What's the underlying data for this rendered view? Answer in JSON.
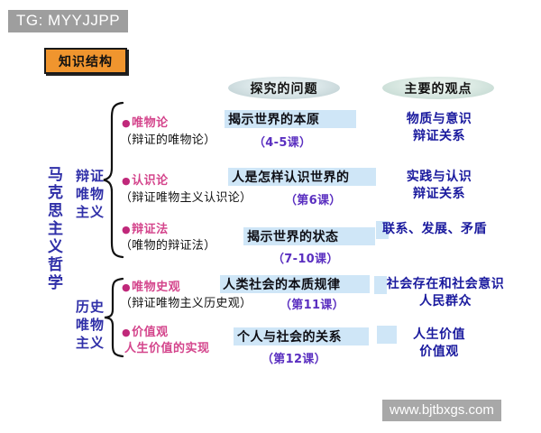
{
  "watermarks": {
    "top_left": "TG: MYYJJPP",
    "bottom_right": "www.bjtbxgs.com"
  },
  "title_box": {
    "label": "知识结构"
  },
  "headers": {
    "question_column": "探究的问题",
    "viewpoint_column": "主要的观点"
  },
  "left_axis": {
    "main_label": "马克思主义哲学",
    "groups": [
      {
        "label": "辩证唯物主义"
      },
      {
        "label": "历史唯物主义"
      }
    ]
  },
  "rows": [
    {
      "category": "唯物论",
      "subcategory": "（辩证的唯物论）",
      "question": "揭示世界的本原",
      "lesson": "（4-5课）",
      "viewpoint_line1": "物质与意识",
      "viewpoint_line2": "辩证关系"
    },
    {
      "category": "认识论",
      "subcategory": "（辩证唯物主义认识论）",
      "question": "人是怎样认识世界的",
      "lesson": "（第6课）",
      "viewpoint_line1": "实践与认识",
      "viewpoint_line2": "辩证关系"
    },
    {
      "category": "辩证法",
      "subcategory": "（唯物的辩证法）",
      "question": "揭示世界的状态",
      "lesson": "（7-10课）",
      "viewpoint_line1": "联系、发展、矛盾",
      "viewpoint_line2": ""
    },
    {
      "category": "唯物史观",
      "subcategory": "（辩证唯物主义历史观）",
      "question": "人类社会的本质规律",
      "lesson": "（第11课）",
      "viewpoint_line1": "社会存在和社会意识",
      "viewpoint_line2": "人民群众"
    },
    {
      "category": "价值观",
      "category_line2": "人生价值的实现",
      "subcategory": "",
      "question": "个人与社会的关系",
      "lesson": "（第12课）",
      "viewpoint_line1": "人生价值",
      "viewpoint_line2": "价值观"
    }
  ],
  "colors": {
    "title_box_fill": "#f0952e",
    "band_fill": "#cfe6f7",
    "category_text": "#d4458c",
    "viewpoint_text": "#1a1a9e",
    "lesson_text": "#5a2fc0",
    "axis_text": "#2f2fa8",
    "watermark_band": "#9e9e9e"
  }
}
